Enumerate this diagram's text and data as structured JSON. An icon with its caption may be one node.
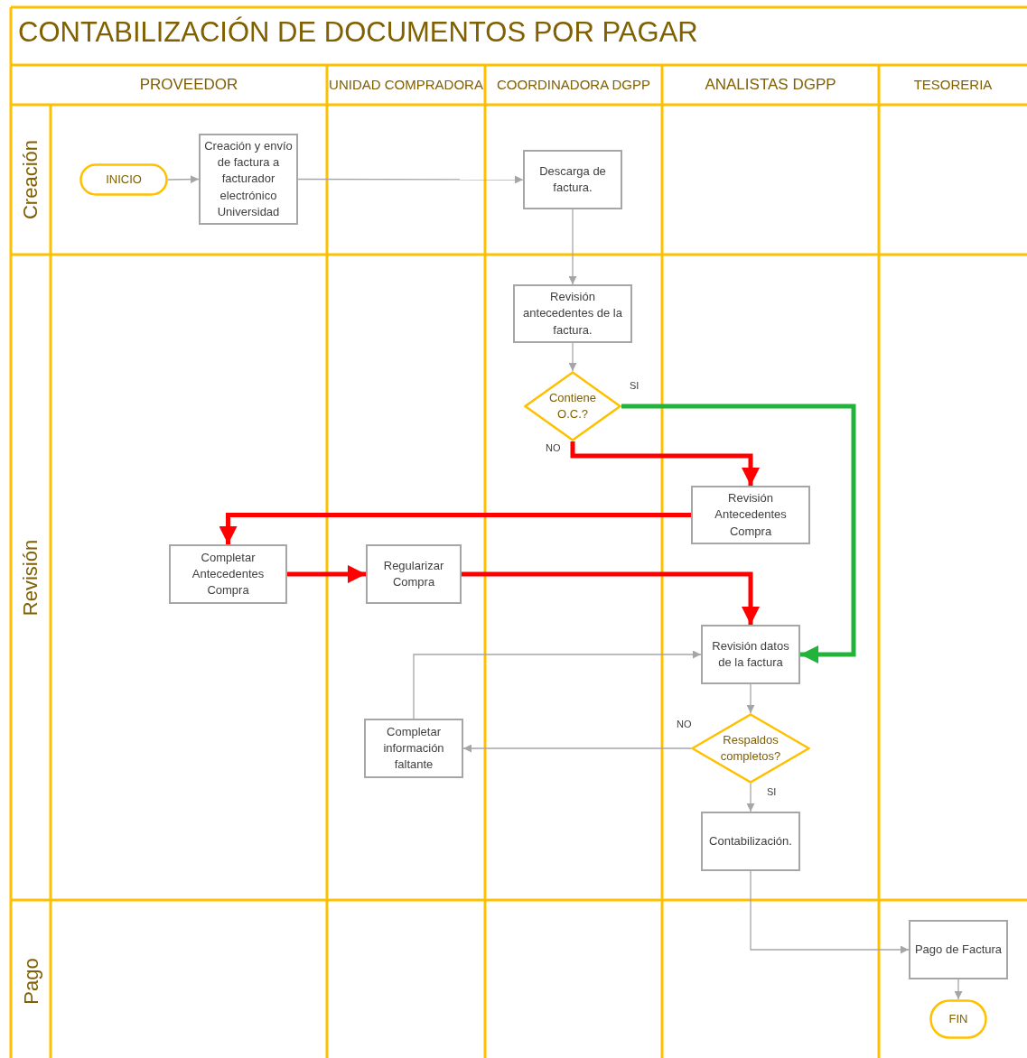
{
  "diagram": {
    "title": "CONTABILIZACIÓN DE DOCUMENTOS POR PAGAR",
    "nodes": [
      {
        "text": [
          "INICIO"
        ]
      },
      {
        "text": [
          "Creación y envío de factura a facturador electrónico Universidad"
        ]
      },
      {
        "text": [
          "Descarga de factura."
        ]
      },
      {
        "text": [
          "Revisión antecedentes de la factura."
        ]
      },
      {
        "text": [
          "Contiene O.C.?"
        ]
      },
      {
        "text": [
          "Revisión Antecedentes Compra"
        ]
      },
      {
        "text": [
          "Completar Antecedentes Compra"
        ]
      },
      {
        "text": [
          "Regularizar Compra"
        ]
      },
      {
        "text": [
          "Revisión datos de la factura"
        ]
      },
      {
        "text": [
          "Completar información faltante"
        ]
      },
      {
        "text": [
          "Respaldos completos?"
        ]
      },
      {
        "text": [
          "Contabilización."
        ]
      },
      {
        "text": [
          "Pago de Factura"
        ]
      },
      {
        "text": [
          "FIN"
        ]
      }
    ],
    "edges": [
      {
        "from": 0,
        "to": 1,
        "arrow": "to"
      },
      {
        "from": 1,
        "to": 2,
        "arrow": "to"
      },
      {
        "from": 2,
        "to": 3,
        "arrow": "to"
      },
      {
        "from": 3,
        "to": 4,
        "arrow": "to"
      },
      {
        "from": 4,
        "to": 8,
        "arrow": "to",
        "label": "SI",
        "style": "thick",
        "color": "#22b33a"
      },
      {
        "from": 4,
        "to": 5,
        "arrow": "to",
        "label": "NO",
        "style": "thick",
        "color": "#ff0000"
      },
      {
        "from": 5,
        "to": 6,
        "arrow": "to",
        "style": "thick",
        "color": "#ff0000"
      },
      {
        "from": 6,
        "to": 7,
        "arrow": "to",
        "style": "thick",
        "color": "#ff0000"
      },
      {
        "from": 7,
        "to": 8,
        "arrow": "to",
        "style": "thick",
        "color": "#ff0000"
      },
      {
        "from": 9,
        "to": 8,
        "arrow": "to"
      },
      {
        "from": 8,
        "to": 10,
        "arrow": "to"
      },
      {
        "from": 10,
        "to": 9,
        "arrow": "to",
        "label": "NO"
      },
      {
        "from": 10,
        "to": 11,
        "arrow": "to",
        "label": "SI"
      },
      {
        "from": 11,
        "to": 12,
        "arrow": "to"
      },
      {
        "from": 12,
        "to": 13,
        "arrow": "to"
      }
    ],
    "labels": [
      "PROVEEDOR",
      "UNIDAD COMPRADORA",
      "COORDINADORA DGPP",
      "ANALISTAS DGPP",
      "TESORERIA",
      "Creación",
      "Revisión",
      "Pago"
    ]
  }
}
